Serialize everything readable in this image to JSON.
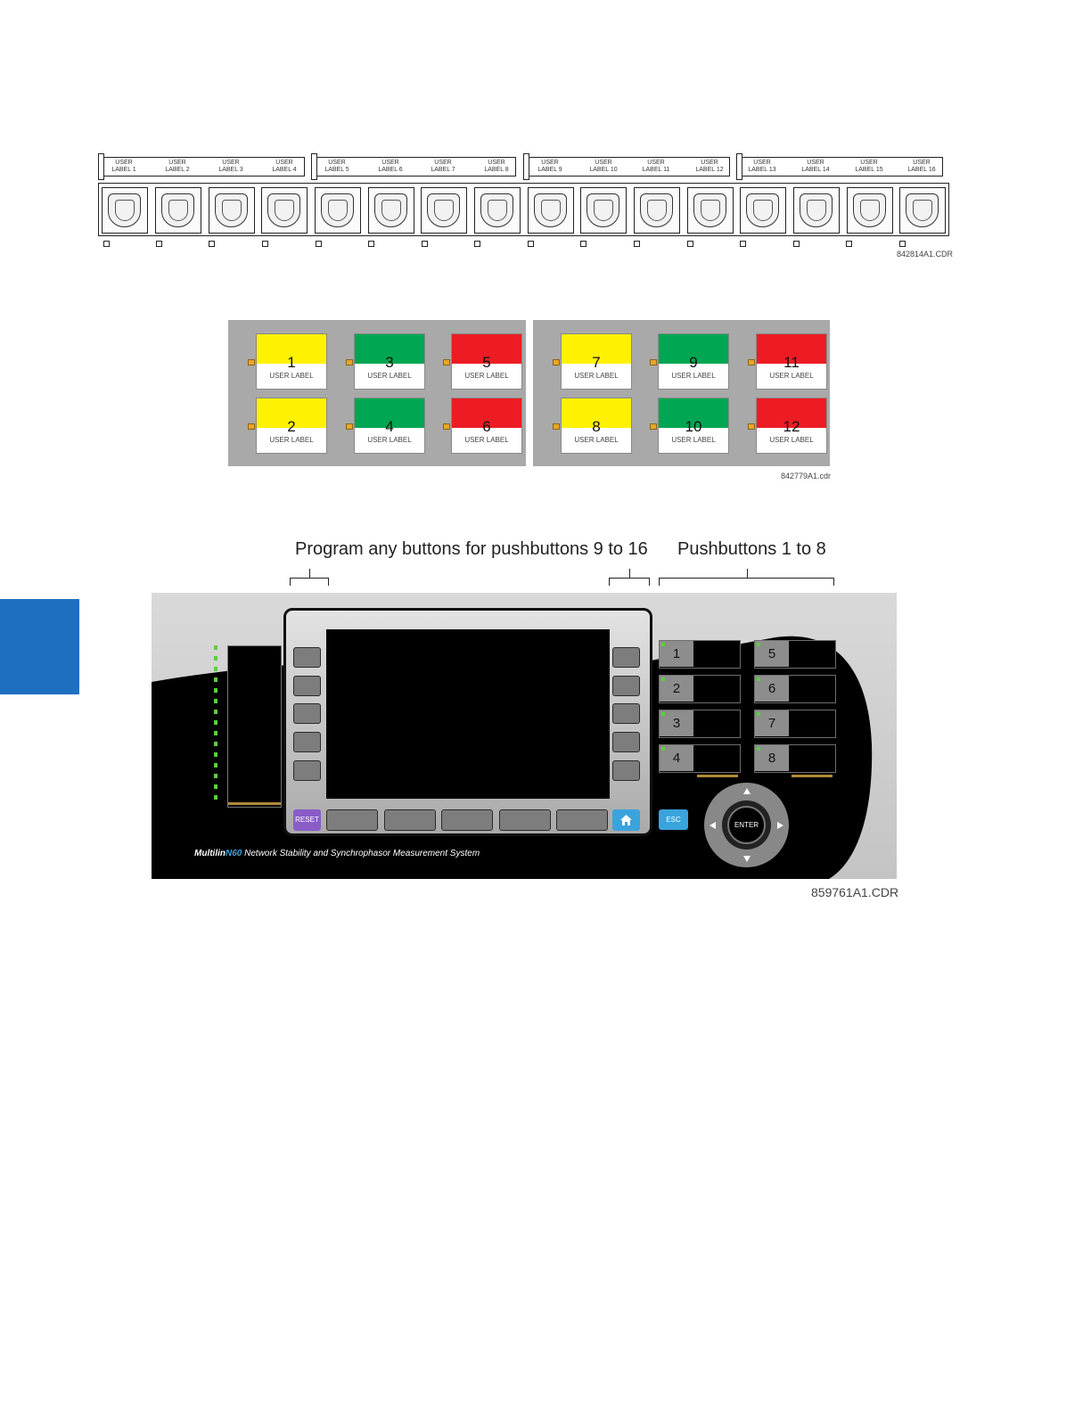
{
  "fig1": {
    "user_labels": [
      [
        "USER",
        "LABEL 1"
      ],
      [
        "USER",
        "LABEL 2"
      ],
      [
        "USER",
        "LABEL 3"
      ],
      [
        "USER",
        "LABEL 4"
      ],
      [
        "USER",
        "LABEL 5"
      ],
      [
        "USER",
        "LABEL 6"
      ],
      [
        "USER",
        "LABEL 7"
      ],
      [
        "USER",
        "LABEL 8"
      ],
      [
        "USER",
        "LABEL 9"
      ],
      [
        "USER",
        "LABEL 10"
      ],
      [
        "USER",
        "LABEL 11"
      ],
      [
        "USER",
        "LABEL 12"
      ],
      [
        "USER",
        "LABEL 13"
      ],
      [
        "USER",
        "LABEL 14"
      ],
      [
        "USER",
        "LABEL 15"
      ],
      [
        "USER",
        "LABEL 16"
      ]
    ],
    "figure_code": "842814A1.CDR"
  },
  "fig2": {
    "buttons": [
      {
        "num": "1",
        "label": "USER LABEL",
        "color": "#fff200"
      },
      {
        "num": "2",
        "label": "USER LABEL",
        "color": "#fff200"
      },
      {
        "num": "3",
        "label": "USER LABEL",
        "color": "#00a651"
      },
      {
        "num": "4",
        "label": "USER LABEL",
        "color": "#00a651"
      },
      {
        "num": "5",
        "label": "USER LABEL",
        "color": "#ed1c24"
      },
      {
        "num": "6",
        "label": "USER LABEL",
        "color": "#ed1c24"
      },
      {
        "num": "7",
        "label": "USER LABEL",
        "color": "#fff200"
      },
      {
        "num": "8",
        "label": "USER LABEL",
        "color": "#fff200"
      },
      {
        "num": "9",
        "label": "USER LABEL",
        "color": "#00a651"
      },
      {
        "num": "10",
        "label": "USER LABEL",
        "color": "#00a651"
      },
      {
        "num": "11",
        "label": "USER LABEL",
        "color": "#ed1c24"
      },
      {
        "num": "12",
        "label": "USER LABEL",
        "color": "#ed1c24"
      }
    ],
    "figure_code": "842779A1.cdr"
  },
  "fig3": {
    "annotation_left": "Program any buttons for pushbuttons 9 to 16",
    "annotation_right": "Pushbuttons 1 to 8",
    "reset_label": "RESET",
    "esc_label": "ESC",
    "enter_label": "ENTER",
    "user_buttons": [
      "1",
      "2",
      "3",
      "4",
      "5",
      "6",
      "7",
      "8"
    ],
    "brand": "Multilin",
    "model": "N60",
    "product_name": "Network Stability and Synchrophasor Measurement System",
    "figure_code": "859761A1.CDR",
    "reset_color": "#8a5cc7",
    "accent_color": "#3aa3dc",
    "home_icon": "home-icon"
  }
}
